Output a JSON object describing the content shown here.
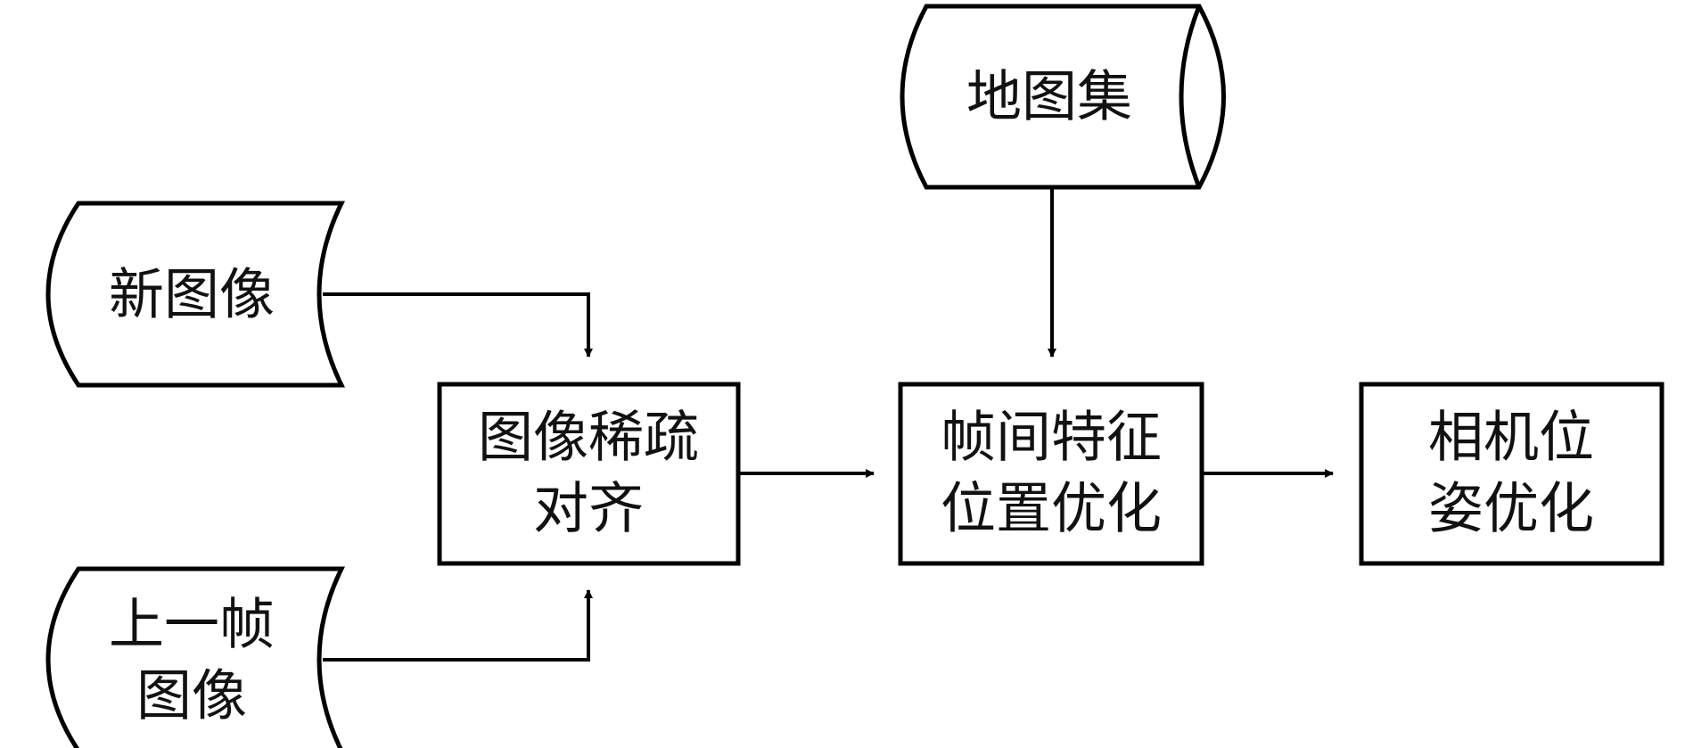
{
  "diagram": {
    "inputs": {
      "new_image": {
        "label": "新图像"
      },
      "prev_image": {
        "line1": "上一帧",
        "line2": "图像"
      }
    },
    "map_set": {
      "label": "地图集"
    },
    "process": {
      "sparse_align": {
        "line1": "图像稀疏",
        "line2": "对齐"
      },
      "feature_opt": {
        "line1": "帧间特征",
        "line2": "位置优化"
      },
      "pose_opt": {
        "line1": "相机位",
        "line2": "姿优化"
      }
    },
    "edges": [
      {
        "from": "new_image",
        "to": "sparse_align"
      },
      {
        "from": "prev_image",
        "to": "sparse_align"
      },
      {
        "from": "map_set",
        "to": "feature_opt"
      },
      {
        "from": "sparse_align",
        "to": "feature_opt"
      },
      {
        "from": "feature_opt",
        "to": "pose_opt"
      }
    ]
  }
}
